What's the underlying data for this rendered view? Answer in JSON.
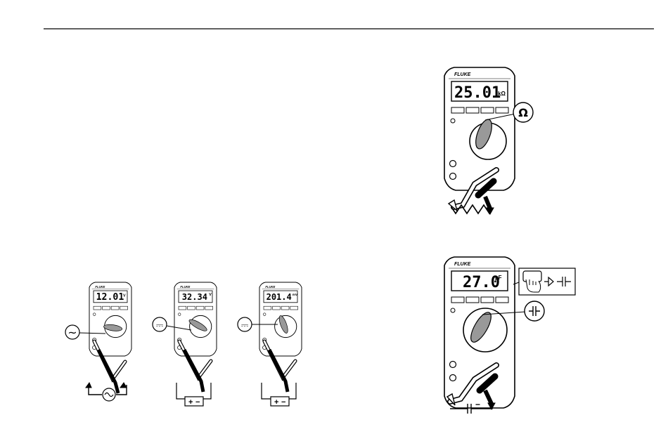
{
  "illustrations": {
    "ac_voltage": {
      "reading": "12.01",
      "unit": "V",
      "brand": "FLUKE",
      "callout": "~"
    },
    "dc_voltage": {
      "reading": "32.34",
      "unit": "V",
      "brand": "FLUKE",
      "callout": "⎓"
    },
    "dc_millivolt": {
      "reading": "201.4",
      "unit": "mV",
      "brand": "FLUKE",
      "callout": "⎓"
    },
    "resistance": {
      "reading": "25.01",
      "unit": "kΩ",
      "brand": "FLUKE",
      "callout": "Ω"
    },
    "capacitance": {
      "reading": "27.0",
      "unit": "µF",
      "brand": "FLUKE",
      "callout": "⊣⊢",
      "key_callout": "→ ⊣⊢"
    }
  },
  "symbols": {
    "plus": "+",
    "minus": "−",
    "ac_source": "~"
  }
}
